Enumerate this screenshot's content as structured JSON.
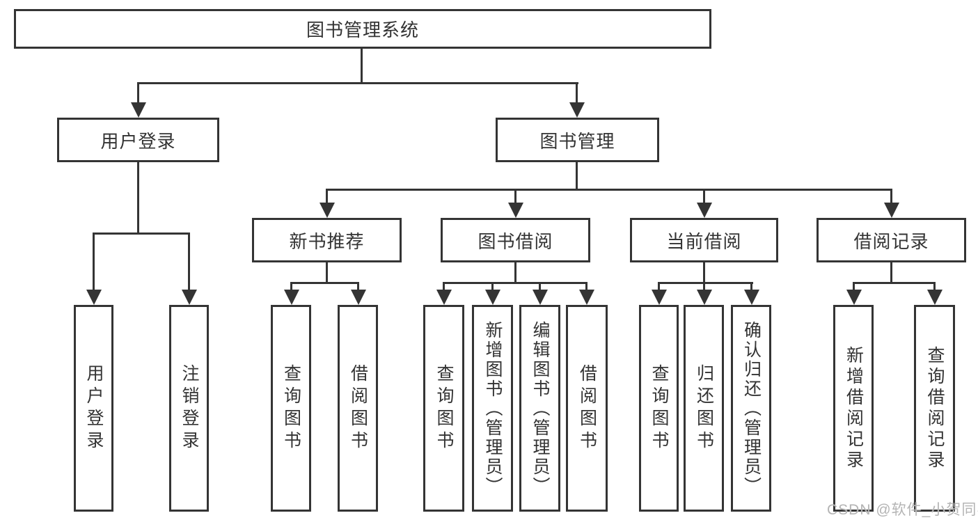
{
  "title": "图书管理系统",
  "watermark": "CSDN @软件_小贺同学",
  "colors": {
    "line": "#343434",
    "box_border": "#343434",
    "box_background": "#ffffff",
    "text": "#333333",
    "watermark_text": "#b4b4b4",
    "page_background": "#ffffff"
  },
  "nodes": {
    "root": {
      "label": "图书管理系统"
    },
    "level2": [
      {
        "id": "user-login",
        "label": "用户登录"
      },
      {
        "id": "book-management",
        "label": "图书管理"
      }
    ],
    "level3": [
      {
        "id": "new-book-recommend",
        "label": "新书推荐"
      },
      {
        "id": "book-borrowing",
        "label": "图书借阅"
      },
      {
        "id": "current-borrowing",
        "label": "当前借阅"
      },
      {
        "id": "borrowing-records",
        "label": "借阅记录"
      }
    ],
    "level4": [
      {
        "id": "leaf-user-login",
        "label": "用户登录"
      },
      {
        "id": "leaf-logout",
        "label": "注销登录"
      },
      {
        "id": "leaf-query-books-1",
        "label": "查询图书"
      },
      {
        "id": "leaf-borrow-books-1",
        "label": "借阅图书"
      },
      {
        "id": "leaf-query-books-2",
        "label": "查询图书"
      },
      {
        "id": "leaf-add-books-admin",
        "label": "新增图书（管理员）"
      },
      {
        "id": "leaf-edit-books-admin",
        "label": "编辑图书（管理员）"
      },
      {
        "id": "leaf-borrow-books-2",
        "label": "借阅图书"
      },
      {
        "id": "leaf-query-books-3",
        "label": "查询图书"
      },
      {
        "id": "leaf-return-books",
        "label": "归还图书"
      },
      {
        "id": "leaf-confirm-return-admin",
        "label": "确认归还（管理员）"
      },
      {
        "id": "leaf-add-borrow-record",
        "label": "新增借阅记录"
      },
      {
        "id": "leaf-query-borrow-record",
        "label": "查询借阅记录"
      }
    ]
  },
  "hierarchy": {
    "图书管理系统": {
      "用户登录": [
        "用户登录",
        "注销登录"
      ],
      "图书管理": {
        "新书推荐": [
          "查询图书",
          "借阅图书"
        ],
        "图书借阅": [
          "查询图书",
          "新增图书（管理员）",
          "编辑图书（管理员）",
          "借阅图书"
        ],
        "当前借阅": [
          "查询图书",
          "归还图书",
          "确认归还（管理员）"
        ],
        "借阅记录": [
          "新增借阅记录",
          "查询借阅记录"
        ]
      }
    }
  }
}
